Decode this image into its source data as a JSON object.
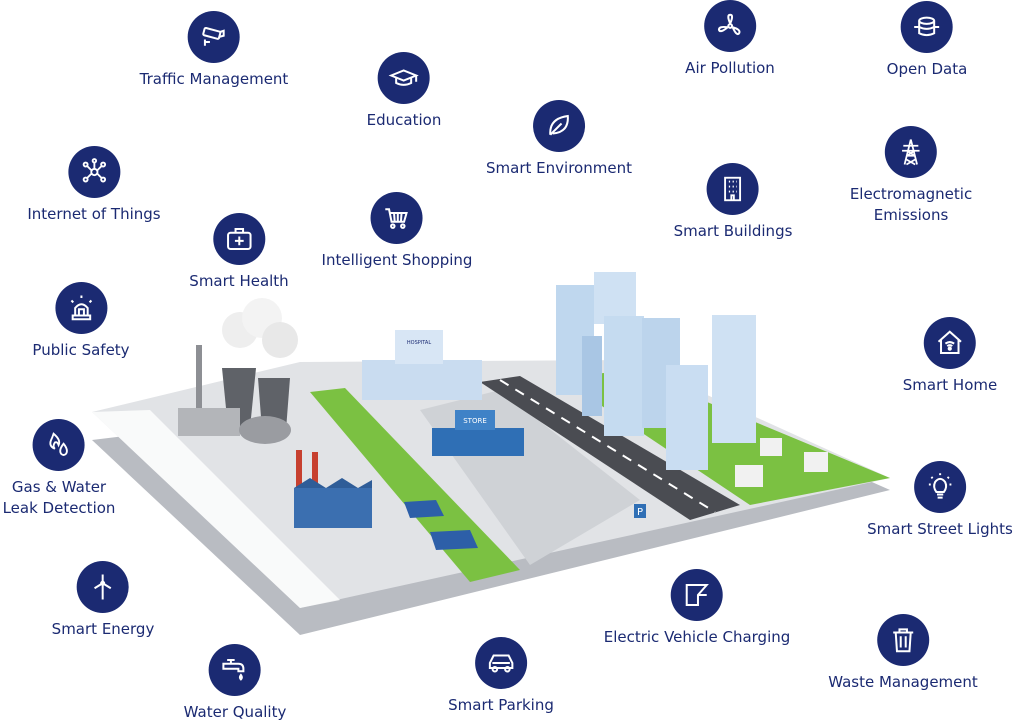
{
  "theme": {
    "accent": "#1b2a72",
    "grass": "#7bc142",
    "road": "#4a4c52",
    "platform": "#d6d8dc",
    "building": "#bcd6ee"
  },
  "features": [
    {
      "id": "traffic-management",
      "label": "Traffic Management",
      "icon": "cctv-camera-icon"
    },
    {
      "id": "education",
      "label": "Education",
      "icon": "graduation-cap-icon"
    },
    {
      "id": "air-pollution",
      "label": "Air Pollution",
      "icon": "fan-icon"
    },
    {
      "id": "open-data",
      "label": "Open Data",
      "icon": "database-icon"
    },
    {
      "id": "smart-environment",
      "label": "Smart Environment",
      "icon": "leaf-icon"
    },
    {
      "id": "internet-of-things",
      "label": "Internet of Things",
      "icon": "network-icon"
    },
    {
      "id": "electromagnetic-emissions",
      "label": "Electromagnetic\nEmissions",
      "icon": "transmission-tower-icon"
    },
    {
      "id": "smart-buildings",
      "label": "Smart Buildings",
      "icon": "building-icon"
    },
    {
      "id": "intelligent-shopping",
      "label": "Intelligent Shopping",
      "icon": "shopping-cart-icon"
    },
    {
      "id": "smart-health",
      "label": "Smart Health",
      "icon": "medical-kit-icon"
    },
    {
      "id": "public-safety",
      "label": "Public Safety",
      "icon": "alarm-light-icon"
    },
    {
      "id": "smart-home",
      "label": "Smart Home",
      "icon": "home-wifi-icon"
    },
    {
      "id": "gas-water-leak",
      "label": "Gas & Water\nLeak Detection",
      "icon": "flame-drop-icon"
    },
    {
      "id": "smart-street-lights",
      "label": "Smart Street Lights",
      "icon": "light-bulb-icon"
    },
    {
      "id": "smart-energy",
      "label": "Smart Energy",
      "icon": "wind-turbine-icon"
    },
    {
      "id": "ev-charging",
      "label": "Electric Vehicle Charging",
      "icon": "charging-plug-icon"
    },
    {
      "id": "waste-management",
      "label": "Waste Management",
      "icon": "trash-bin-icon"
    },
    {
      "id": "smart-parking",
      "label": "Smart Parking",
      "icon": "car-icon"
    },
    {
      "id": "water-quality",
      "label": "Water Quality",
      "icon": "water-tap-icon"
    }
  ],
  "city": {
    "hospital_sign": "HOSPITAL",
    "store_sign": "STORE",
    "parking_sign": "P"
  }
}
